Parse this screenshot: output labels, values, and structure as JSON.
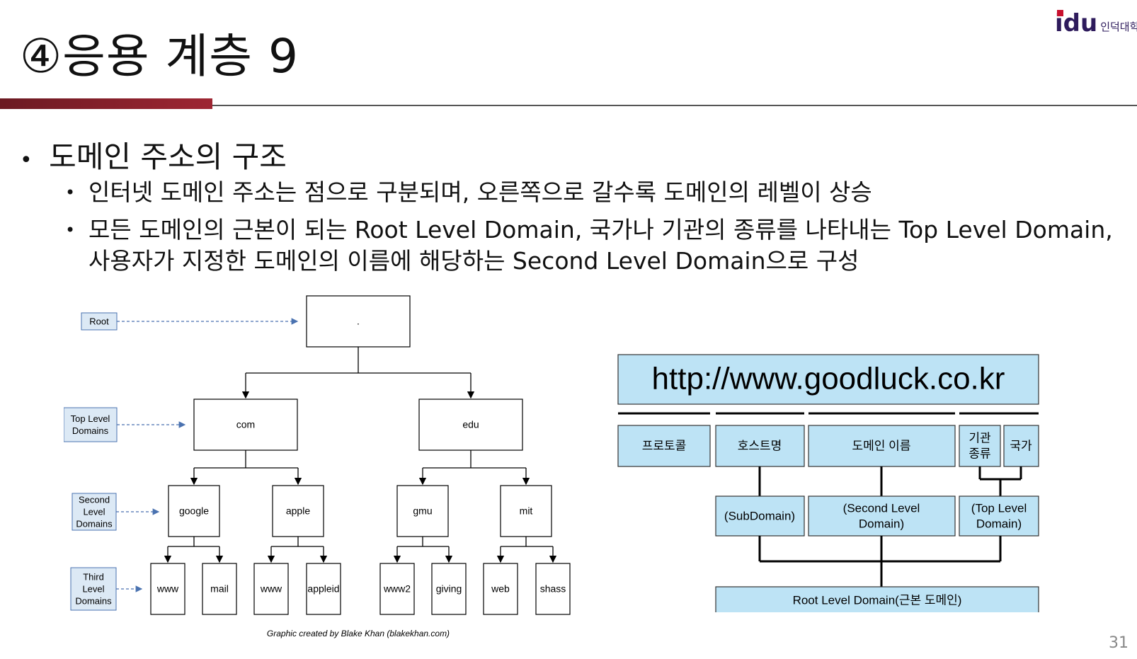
{
  "header": {
    "title": "④응용 계층 9",
    "logo_text": "인덕대학교"
  },
  "bullets": {
    "main": "도메인 주소의 구조",
    "sub1": "인터넷 도메인 주소는 점으로 구분되며, 오른쪽으로 갈수록 도메인의 레벨이 상승",
    "sub2": "모든 도메인의 근본이 되는 Root Level Domain, 국가나 기관의 종류를 나타내는 Top Level Domain, 사용자가 지정한 도메인의 이름에 해당하는 Second Level Domain으로 구성"
  },
  "tree": {
    "side_labels": {
      "root": "Root",
      "top": [
        "Top Level",
        "Domains"
      ],
      "second": [
        "Second",
        "Level",
        "Domains"
      ],
      "third": [
        "Third",
        "Level",
        "Domains"
      ]
    },
    "root_node": ".",
    "tld": [
      "com",
      "edu"
    ],
    "sld": [
      "google",
      "apple",
      "gmu",
      "mit"
    ],
    "third": [
      "www",
      "mail",
      "www",
      "appleid",
      "www2",
      "giving",
      "web",
      "shass"
    ],
    "credit": "Graphic created by Blake Khan (blakekhan.com)"
  },
  "url_diagram": {
    "url": "http://www.goodluck.co.kr",
    "parts": {
      "protocol": "프로토콜",
      "host": "호스트명",
      "domain_name": "도메인 이름",
      "org_type": [
        "기관",
        "종류"
      ],
      "country": "국가"
    },
    "levels": {
      "sub": "(SubDomain)",
      "second": [
        "(Second Level",
        "Domain)"
      ],
      "top": [
        "(Top Level",
        "Domain)"
      ],
      "root": "Root Level Domain(근본 도메인)"
    }
  },
  "page_number": "31",
  "colors": {
    "accent": "#9e2633",
    "box_fill": "#bde3f5",
    "label_fill": "#dce9f5",
    "arrow": "#4a72b0"
  }
}
